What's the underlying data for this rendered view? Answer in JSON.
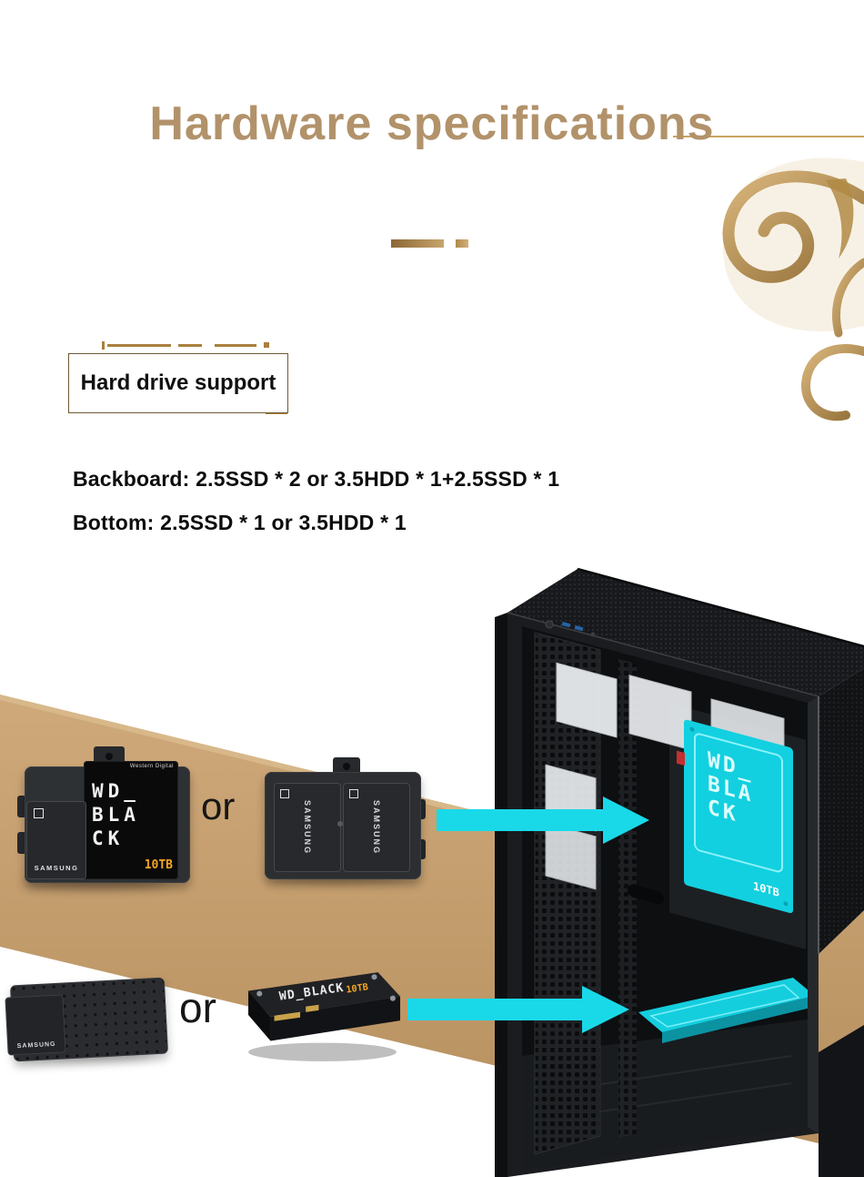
{
  "header": {
    "title": "Hardware specifications"
  },
  "section": {
    "label": "Hard drive support",
    "specs": [
      "Backboard: 2.5SSD * 2 or 3.5HDD * 1+2.5SSD * 1",
      "Bottom: 2.5SSD * 1 or 3.5HDD * 1"
    ]
  },
  "diagram": {
    "or_top": "or",
    "or_bottom": "or",
    "hdd": {
      "maker": "Western Digital",
      "brand_lines": [
        "WD_",
        "BLA",
        "CK"
      ],
      "capacity": "10TB"
    },
    "ssd": {
      "brand": "SAMSUNG"
    },
    "flat_hdd": {
      "label": "WD_BLACK",
      "capacity": "10TB"
    },
    "cyan_hdd": {
      "brand_lines": [
        "WD_",
        "BLA",
        "CK"
      ],
      "capacity": "10TB"
    }
  },
  "colors": {
    "title_gold": "#b2926a",
    "band_gold": "#c7a171",
    "arrow_cyan": "#19d9e9",
    "highlight_cyan": "#14d2e2",
    "accent_orange": "#f5a623",
    "case_dark": "#1b1d1f"
  }
}
